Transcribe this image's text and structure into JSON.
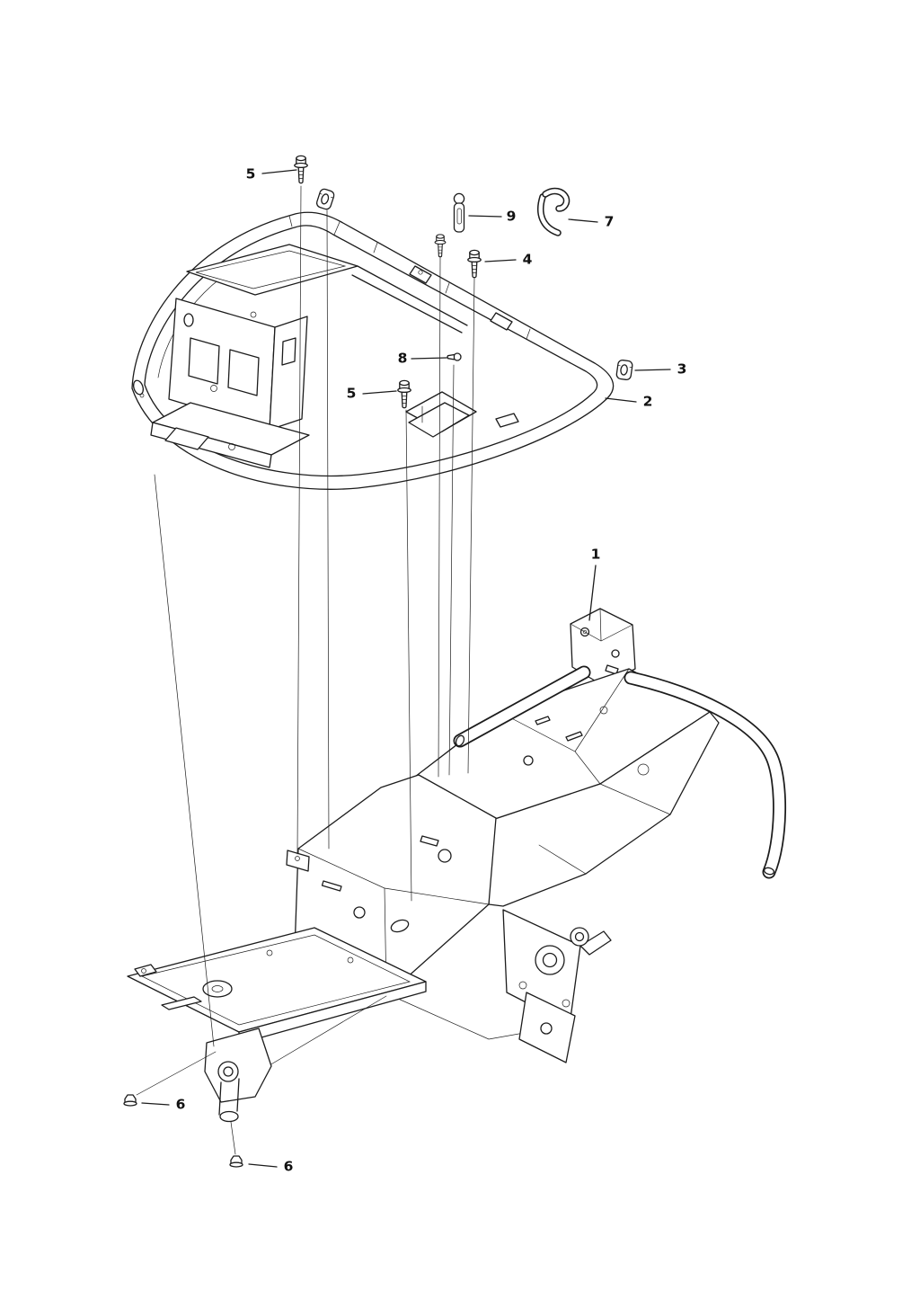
{
  "figure": {
    "kind": "exploded-parts-diagram"
  },
  "colors": {
    "background": "#ffffff",
    "line": "#1c1c1c",
    "label": "#111111"
  },
  "callouts": [
    {
      "id": "5-top",
      "label": "5"
    },
    {
      "id": "9",
      "label": "9"
    },
    {
      "id": "7",
      "label": "7"
    },
    {
      "id": "4",
      "label": "4"
    },
    {
      "id": "8",
      "label": "8"
    },
    {
      "id": "3",
      "label": "3"
    },
    {
      "id": "2",
      "label": "2"
    },
    {
      "id": "5-mid",
      "label": "5"
    },
    {
      "id": "1",
      "label": "1"
    },
    {
      "id": "6-left",
      "label": "6"
    },
    {
      "id": "6-bottom",
      "label": "6"
    }
  ]
}
